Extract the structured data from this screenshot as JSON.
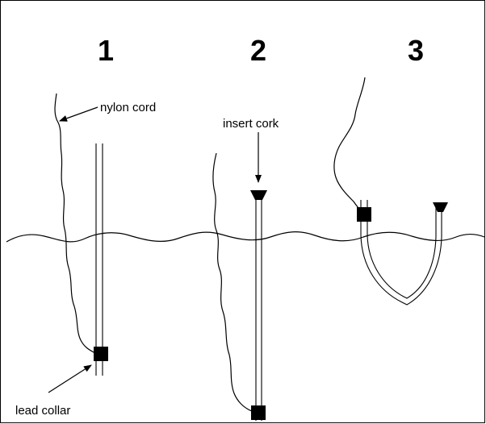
{
  "steps": {
    "one": "1",
    "two": "2",
    "three": "3"
  },
  "labels": {
    "nylon_cord": "nylon cord",
    "insert_cork": "insert cork",
    "lead_collar": "lead collar"
  }
}
